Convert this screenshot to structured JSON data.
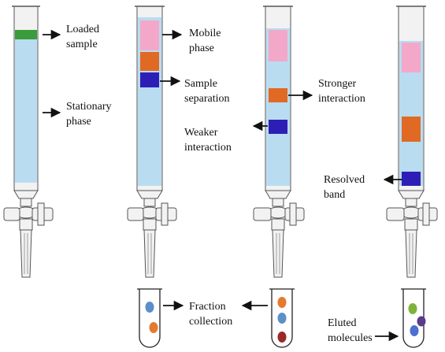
{
  "colors": {
    "stationary": "#b9dcf0",
    "glass_fill": "#f2f2f2",
    "glass_edge": "#555555",
    "green": "#3a9c3c",
    "pink": "#f3a8c9",
    "orange": "#e06a23",
    "blue": "#2d1fb6",
    "drop_blue": "#5b8fc9",
    "drop_orange": "#e47a2e",
    "drop_red": "#9a2a2a",
    "drop_green": "#7fb23a",
    "drop_purple": "#5a3b8c",
    "drop_blue2": "#4d6fd0"
  },
  "labels": {
    "loaded_sample": [
      "Loaded",
      "sample"
    ],
    "stationary_phase": [
      "Stationary",
      "phase"
    ],
    "mobile_phase": [
      "Mobile",
      "phase"
    ],
    "sample_separation": [
      "Sample",
      "separation"
    ],
    "stronger_interaction": [
      "Stronger",
      "interaction"
    ],
    "weaker_interaction": [
      "Weaker",
      "interaction"
    ],
    "resolved_band": [
      "Resolved",
      "band"
    ],
    "fraction_collection": [
      "Fraction",
      "collection"
    ],
    "eluted_molecules": [
      "Eluted",
      "molecules"
    ]
  },
  "columns": [
    {
      "id": "loading",
      "bands": [
        "green"
      ]
    },
    {
      "id": "separation",
      "bands": [
        "pink",
        "orange",
        "blue"
      ]
    },
    {
      "id": "interaction",
      "bands": [
        "pink",
        "orange",
        "blue"
      ]
    },
    {
      "id": "resolved",
      "bands": [
        "pink",
        "orange",
        "blue"
      ]
    }
  ],
  "tubes": [
    {
      "id": "tube-2",
      "drops": [
        "drop_blue",
        "drop_orange"
      ]
    },
    {
      "id": "tube-3",
      "drops": [
        "drop_orange",
        "drop_blue",
        "drop_red"
      ]
    },
    {
      "id": "tube-4",
      "drops": [
        "drop_green",
        "drop_purple",
        "drop_blue2"
      ]
    }
  ]
}
